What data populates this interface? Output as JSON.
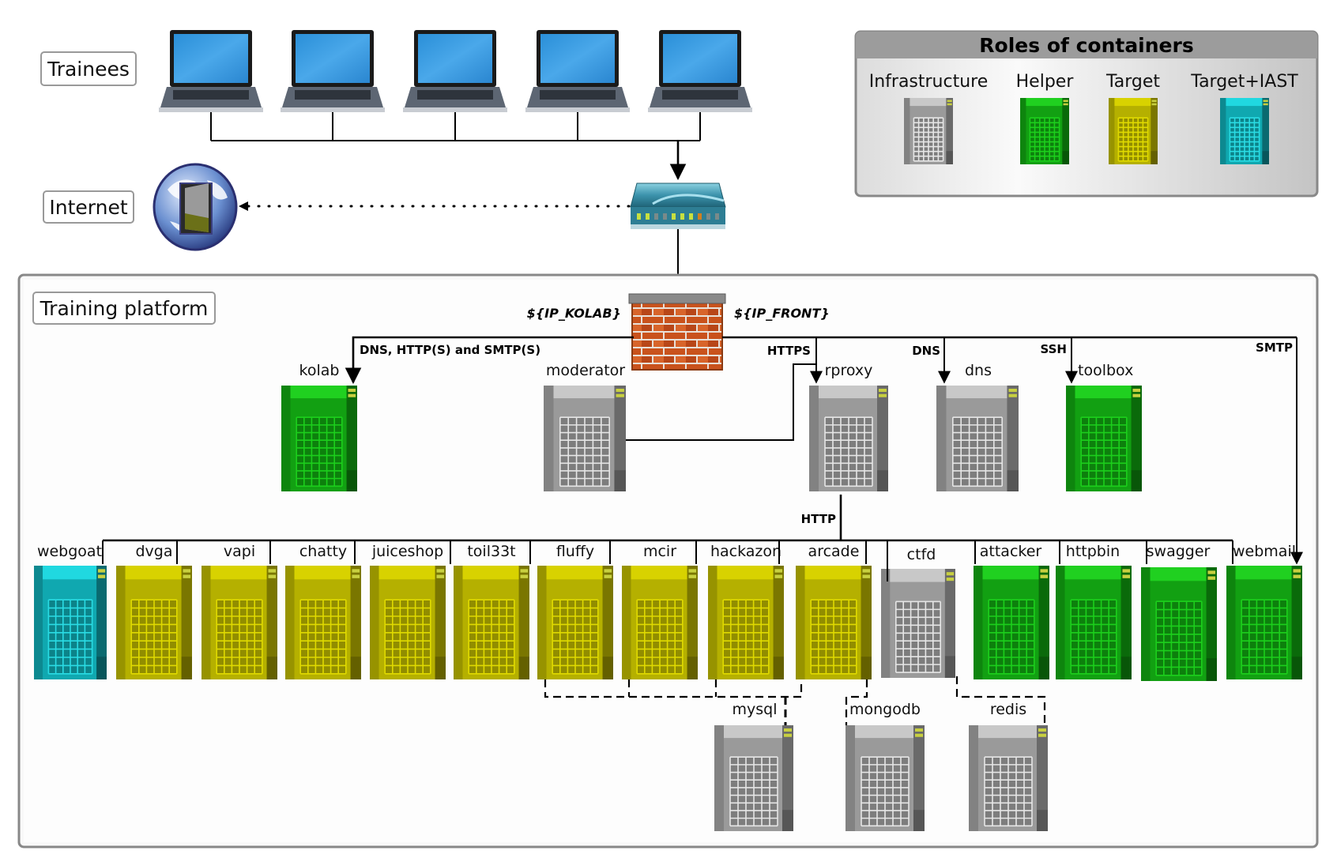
{
  "labels": {
    "trainees": "Trainees",
    "internet": "Internet",
    "training_platform": "Training platform"
  },
  "legend": {
    "title": "Roles of containers",
    "roles": [
      {
        "label": "Infrastructure",
        "role": "infra"
      },
      {
        "label": "Helper",
        "role": "helper"
      },
      {
        "label": "Target",
        "role": "target"
      },
      {
        "label": "Target+IAST",
        "role": "iast"
      }
    ]
  },
  "colors": {
    "infra": "#9a9a9a",
    "helper": "#12a012",
    "target": "#b5b000",
    "iast": "#10a8b0",
    "firewall": "#c8521e",
    "router": "#3a8aa0"
  },
  "firewall": {
    "ip_left": "${IP_KOLAB}",
    "ip_right": "${IP_FRONT}"
  },
  "protocols": {
    "kolab": "DNS, HTTP(S) and SMTP(S)",
    "https": "HTTPS",
    "dns": "DNS",
    "ssh": "SSH",
    "smtp": "SMTP",
    "http": "HTTP"
  },
  "laptops_count": 5,
  "tier1": [
    {
      "name": "kolab",
      "role": "helper"
    },
    {
      "name": "moderator",
      "role": "infra"
    },
    {
      "name": "rproxy",
      "role": "infra"
    },
    {
      "name": "dns",
      "role": "infra"
    },
    {
      "name": "toolbox",
      "role": "helper"
    }
  ],
  "tier2": [
    {
      "name": "webgoat",
      "role": "iast"
    },
    {
      "name": "dvga",
      "role": "target"
    },
    {
      "name": "vapi",
      "role": "target"
    },
    {
      "name": "chatty",
      "role": "target"
    },
    {
      "name": "juiceshop",
      "role": "target"
    },
    {
      "name": "toil33t",
      "role": "target"
    },
    {
      "name": "fluffy",
      "role": "target"
    },
    {
      "name": "mcir",
      "role": "target"
    },
    {
      "name": "hackazon",
      "role": "target"
    },
    {
      "name": "arcade",
      "role": "target"
    },
    {
      "name": "ctfd",
      "role": "infra"
    },
    {
      "name": "attacker",
      "role": "helper"
    },
    {
      "name": "httpbin",
      "role": "helper"
    },
    {
      "name": "swagger",
      "role": "helper"
    },
    {
      "name": "webmail",
      "role": "helper"
    }
  ],
  "tier3": [
    {
      "name": "mysql",
      "role": "infra"
    },
    {
      "name": "mongodb",
      "role": "infra"
    },
    {
      "name": "redis",
      "role": "infra"
    }
  ]
}
